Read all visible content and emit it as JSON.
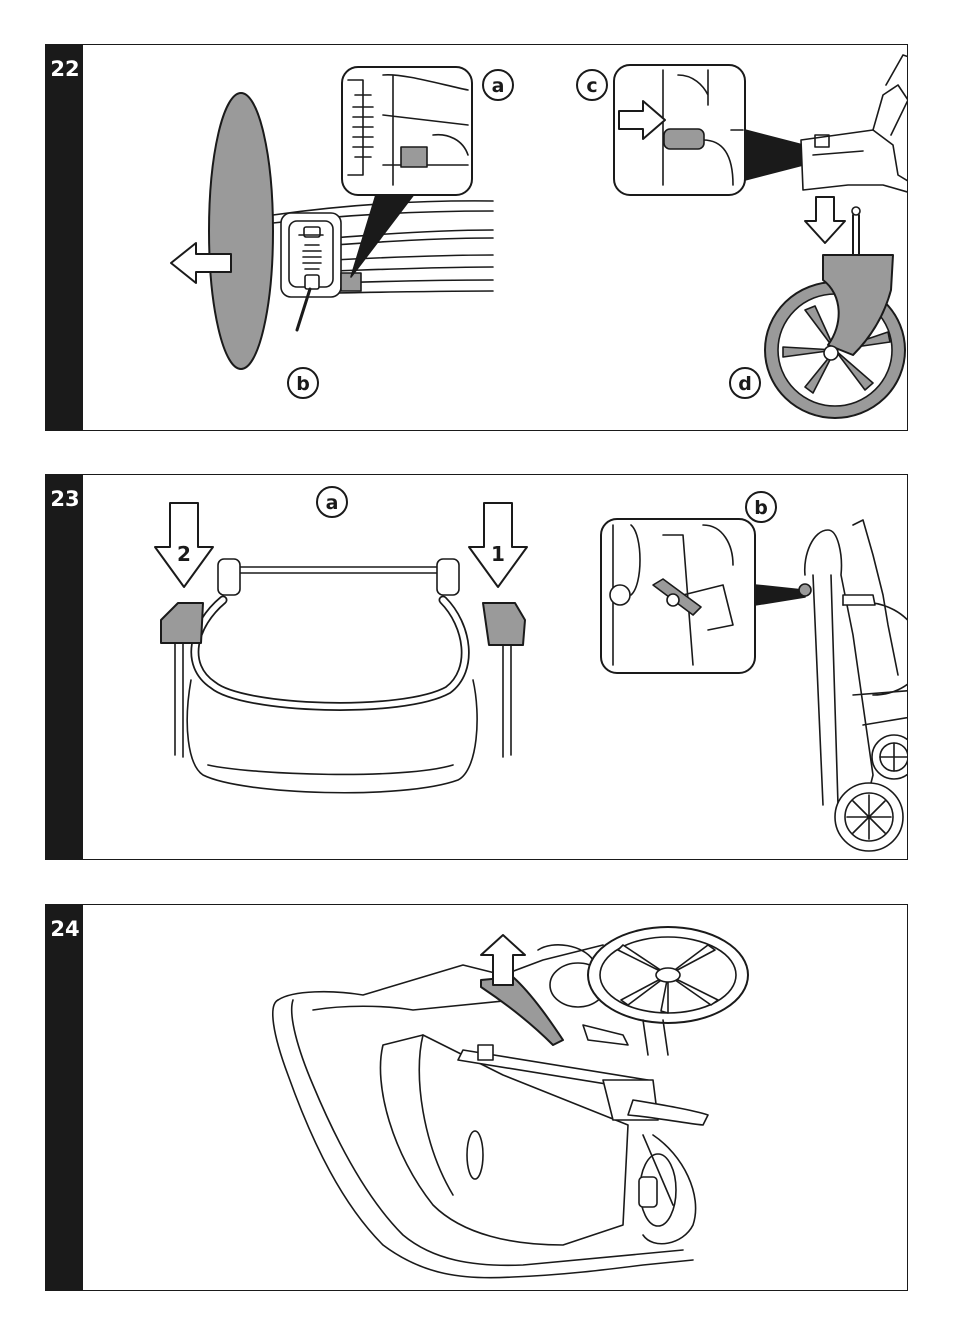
{
  "steps": [
    {
      "number": "22",
      "labels": {
        "a": "a",
        "b": "b",
        "c": "c",
        "d": "d"
      }
    },
    {
      "number": "23",
      "labels": {
        "a": "a",
        "b": "b"
      },
      "arrow_numbers": {
        "first": "1",
        "second": "2"
      }
    },
    {
      "number": "24"
    }
  ],
  "colors": {
    "ink": "#1a1a1a",
    "fill_gray": "#9a9a9a",
    "background": "#ffffff"
  },
  "icons": [
    "arrow-left-icon",
    "arrow-right-icon",
    "arrow-down-icon",
    "arrow-up-icon"
  ]
}
